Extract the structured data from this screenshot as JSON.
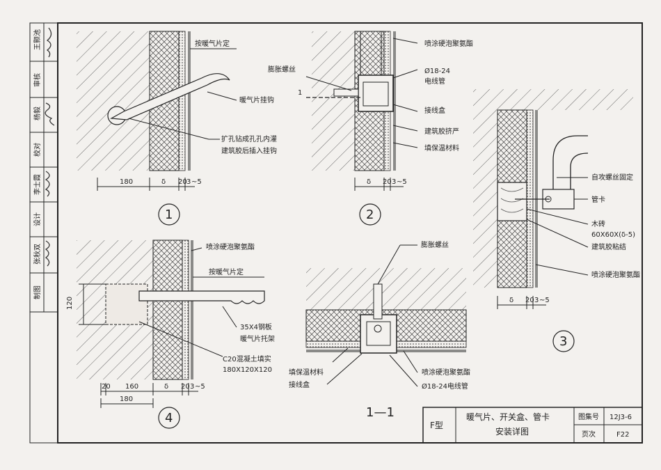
{
  "side_block": {
    "labels": [
      "王颢池",
      "审核",
      "杨毅",
      "校对",
      "李士霞",
      "设计",
      "张秋双",
      "制图"
    ]
  },
  "detail1": {
    "labels": [
      "按暖气片定",
      "暖气片挂钩",
      "扩孔钻成孔孔内灌",
      "建筑胶后插入挂钩"
    ],
    "dims": [
      "180",
      "δ",
      "20",
      "3",
      "~5"
    ],
    "number": "1"
  },
  "detail2": {
    "labels": [
      "喷涂硬泡聚氨酯",
      "膨胀螺丝",
      "Ø18-24",
      "电线管",
      "接线盒",
      "建筑胶挤严",
      "填保温材料"
    ],
    "section_mark": "1",
    "dims": [
      "δ",
      "20",
      "3",
      "~5"
    ],
    "number": "2"
  },
  "detail3": {
    "labels": [
      "自攻螺丝固定",
      "管卡",
      "木砖",
      "60X60X(δ-5)",
      "建筑胶粘结",
      "喷涂硬泡聚氨酯"
    ],
    "dims": [
      "δ",
      "20",
      "3",
      "~5"
    ],
    "number": "3"
  },
  "detail4": {
    "labels": [
      "喷涂硬泡聚氨酯",
      "按暖气片定",
      "35X4钢板",
      "暖气片托架",
      "C20混凝土填实",
      "180X120X120"
    ],
    "dims": [
      "120",
      "20",
      "160",
      "δ",
      "20",
      "3",
      "~5",
      "180"
    ],
    "number": "4"
  },
  "section11": {
    "labels": [
      "膨胀螺丝",
      "填保温材料",
      "喷涂硬泡聚氨酯",
      "接线盒",
      "Ø18-24电线管"
    ],
    "title": "1—1"
  },
  "title_block": {
    "type": "F型",
    "title_line1": "暖气片、开关盒、管卡",
    "title_line2": "安装详图",
    "atlas_label": "图集号",
    "atlas_value": "12J3-6",
    "page_label": "页次",
    "page_value": "F22"
  }
}
